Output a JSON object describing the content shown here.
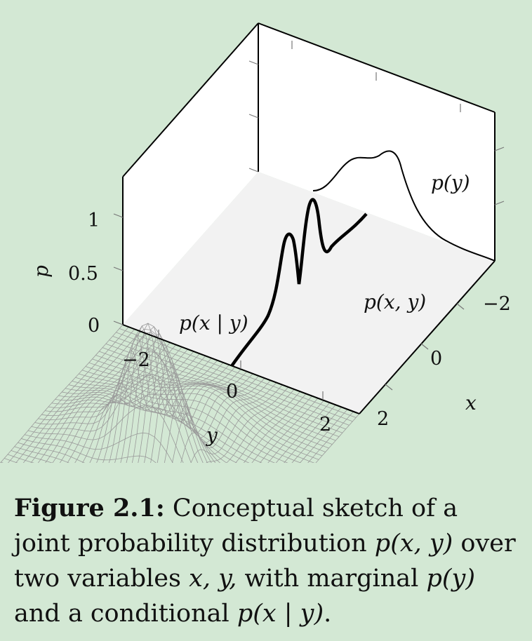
{
  "figure": {
    "axis_label_p": "p",
    "axis_label_x": "x",
    "axis_label_y": "y",
    "p_ticks": [
      "0",
      "0.5",
      "1"
    ],
    "x_ticks": [
      "−2",
      "0",
      "2"
    ],
    "y_ticks": [
      "−2",
      "0",
      "2"
    ],
    "label_joint": "p(x, y)",
    "label_marginal": "p(y)",
    "label_conditional": "p(x | y)",
    "surface_color": "#ffffff",
    "mesh_color": "#9a9a9a",
    "curve_color": "#000000"
  },
  "caption": {
    "label": "Figure 2.1:",
    "t1": "Conceptual sketch of a joint probability distribution",
    "m1": "p(x, y)",
    "t2": "over two variables",
    "m2": "x, y,",
    "t3": "with marginal",
    "m3": "p(y)",
    "t4": "and a conditional",
    "m4": "p(x | y)",
    "t5": "."
  }
}
